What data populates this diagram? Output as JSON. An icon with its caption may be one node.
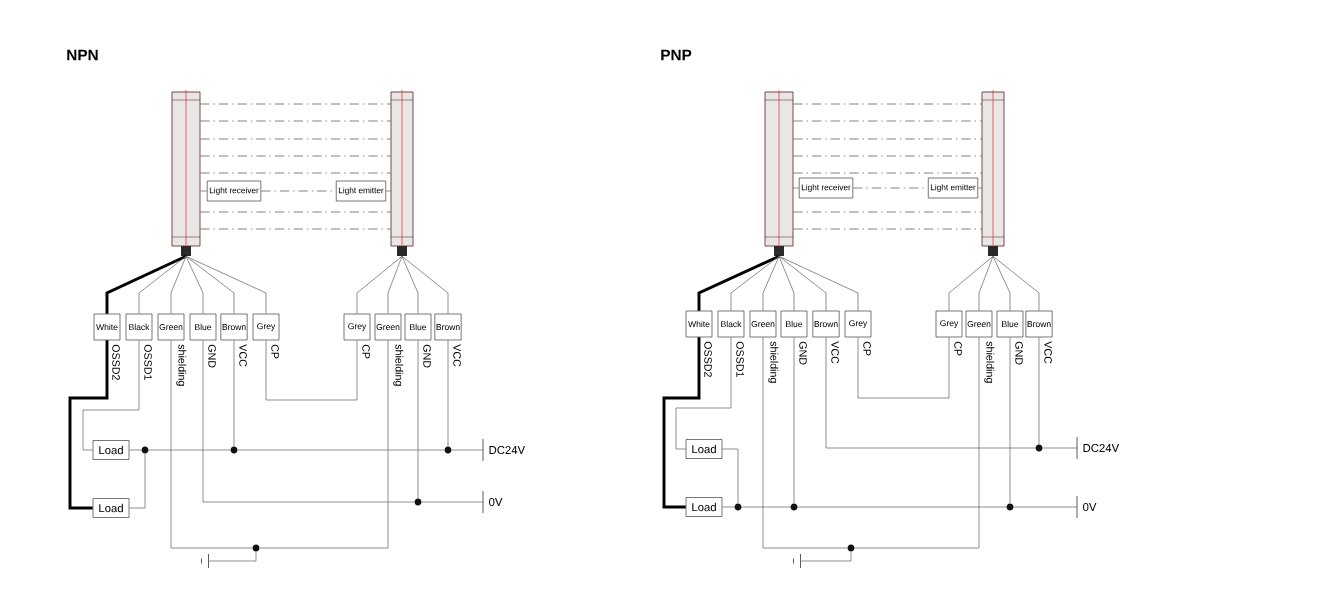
{
  "diagram": {
    "nodes": [
      {
        "text": [],
        "shape": "bar"
      },
      {
        "text": [],
        "shape": "bar"
      },
      {
        "text": [
          "Light receiver"
        ]
      },
      {
        "text": [
          "Light emitter"
        ]
      },
      {
        "text": [
          "White"
        ],
        "beside": [
          "OSSD2"
        ]
      },
      {
        "text": [
          "Black"
        ],
        "beside": [
          "OSSD1"
        ]
      },
      {
        "text": [
          "Green"
        ],
        "beside": [
          "shielding"
        ]
      },
      {
        "text": [
          "Blue"
        ],
        "beside": [
          "GND"
        ]
      },
      {
        "text": [
          "Brown"
        ],
        "beside": [
          "VCC"
        ]
      },
      {
        "text": [
          "Grey"
        ],
        "beside": [
          "CP"
        ]
      },
      {
        "text": [
          "Grey"
        ],
        "beside": [
          "CP"
        ]
      },
      {
        "text": [
          "Green"
        ],
        "beside": [
          "shielding"
        ]
      },
      {
        "text": [
          "Blue"
        ],
        "beside": [
          "GND"
        ]
      },
      {
        "text": [
          "Brown"
        ],
        "beside": [
          "VCC"
        ]
      },
      {
        "text": [
          "Load"
        ]
      },
      {
        "text": [
          "Load"
        ]
      },
      {
        "text": [
          "DC24V"
        ]
      },
      {
        "text": [
          "0V"
        ]
      },
      {
        "text": [],
        "shape": "circle"
      },
      {
        "text": [],
        "shape": "circle"
      },
      {
        "text": [],
        "shape": "circle"
      },
      {
        "text": [],
        "shape": "circle"
      },
      {
        "text": [],
        "shape": "circle"
      },
      {
        "text": [],
        "shape": "ground"
      },
      {
        "text": [],
        "shape": "bar"
      },
      {
        "text": [],
        "shape": "bar"
      },
      {
        "text": [
          "Light receiver"
        ]
      },
      {
        "text": [
          "Light emitter"
        ]
      },
      {
        "text": [
          "White"
        ],
        "beside": [
          "OSSD2"
        ]
      },
      {
        "text": [
          "Black"
        ],
        "beside": [
          "OSSD1"
        ]
      },
      {
        "text": [
          "Green"
        ],
        "beside": [
          "shielding"
        ]
      },
      {
        "text": [
          "Blue"
        ],
        "beside": [
          "GND"
        ]
      },
      {
        "text": [
          "Brown"
        ],
        "beside": [
          "VCC"
        ]
      },
      {
        "text": [
          "Grey"
        ],
        "beside": [
          "CP"
        ]
      },
      {
        "text": [
          "Grey"
        ],
        "beside": [
          "CP"
        ]
      },
      {
        "text": [
          "Green"
        ],
        "beside": [
          "shielding"
        ]
      },
      {
        "text": [
          "Blue"
        ],
        "beside": [
          "GND"
        ]
      },
      {
        "text": [
          "Brown"
        ],
        "beside": [
          "VCC"
        ]
      },
      {
        "text": [
          "Load"
        ]
      },
      {
        "text": [
          "Load"
        ]
      },
      {
        "text": [
          "DC24V"
        ]
      },
      {
        "text": [
          "0V"
        ]
      },
      {
        "text": [],
        "shape": "circle"
      },
      {
        "text": [],
        "shape": "circle"
      },
      {
        "text": [],
        "shape": "circle"
      },
      {
        "text": [],
        "shape": "circle"
      },
      {
        "text": [],
        "shape": "circle"
      },
      {
        "text": [],
        "shape": "ground"
      }
    ],
    "edges": [
      {
        "from": 0,
        "to": 1,
        "arrow": "none",
        "style": "dashed"
      },
      {
        "from": 0,
        "to": 1,
        "arrow": "none",
        "style": "dashed"
      },
      {
        "from": 0,
        "to": 1,
        "arrow": "none",
        "style": "dashed"
      },
      {
        "from": 0,
        "to": 1,
        "arrow": "none",
        "style": "dashed"
      },
      {
        "from": 0,
        "to": 1,
        "arrow": "none",
        "style": "dashed"
      },
      {
        "from": 0,
        "to": 1,
        "arrow": "none",
        "style": "dashed"
      },
      {
        "from": 0,
        "to": 1,
        "arrow": "none",
        "style": "dashed"
      },
      {
        "from": 0,
        "to": 2,
        "arrow": "none"
      },
      {
        "from": 2,
        "to": 3,
        "arrow": "none",
        "style": "dashed"
      },
      {
        "from": 3,
        "to": 1,
        "arrow": "none"
      },
      {
        "from": 0,
        "to": 4,
        "arrow": "none",
        "style": "thick",
        "color": "#000000"
      },
      {
        "from": 0,
        "to": 5,
        "arrow": "none"
      },
      {
        "from": 0,
        "to": 6,
        "arrow": "none"
      },
      {
        "from": 0,
        "to": 7,
        "arrow": "none"
      },
      {
        "from": 0,
        "to": 8,
        "arrow": "none"
      },
      {
        "from": 0,
        "to": 9,
        "arrow": "none"
      },
      {
        "from": 1,
        "to": 10,
        "arrow": "none"
      },
      {
        "from": 1,
        "to": 11,
        "arrow": "none"
      },
      {
        "from": 1,
        "to": 12,
        "arrow": "none"
      },
      {
        "from": 1,
        "to": 13,
        "arrow": "none"
      },
      {
        "from": 4,
        "to": 15,
        "arrow": "none",
        "style": "thick",
        "color": "#000000"
      },
      {
        "from": 5,
        "to": 14,
        "arrow": "none"
      },
      {
        "from": 14,
        "to": 18,
        "arrow": "none"
      },
      {
        "from": 15,
        "to": 18,
        "arrow": "none"
      },
      {
        "from": 18,
        "to": 19,
        "arrow": "none"
      },
      {
        "from": 8,
        "to": 19,
        "arrow": "none"
      },
      {
        "from": 19,
        "to": 20,
        "arrow": "none"
      },
      {
        "from": 13,
        "to": 20,
        "arrow": "none"
      },
      {
        "from": 20,
        "to": 16,
        "arrow": "none"
      },
      {
        "from": 9,
        "to": 10,
        "arrow": "none"
      },
      {
        "from": 7,
        "to": 21,
        "arrow": "none"
      },
      {
        "from": 12,
        "to": 21,
        "arrow": "none"
      },
      {
        "from": 21,
        "to": 17,
        "arrow": "none"
      },
      {
        "from": 6,
        "to": 22,
        "arrow": "none"
      },
      {
        "from": 11,
        "to": 22,
        "arrow": "none"
      },
      {
        "from": 22,
        "to": 23,
        "arrow": "none"
      },
      {
        "from": 24,
        "to": 25,
        "arrow": "none",
        "style": "dashed"
      },
      {
        "from": 24,
        "to": 25,
        "arrow": "none",
        "style": "dashed"
      },
      {
        "from": 24,
        "to": 25,
        "arrow": "none",
        "style": "dashed"
      },
      {
        "from": 24,
        "to": 25,
        "arrow": "none",
        "style": "dashed"
      },
      {
        "from": 24,
        "to": 25,
        "arrow": "none",
        "style": "dashed"
      },
      {
        "from": 24,
        "to": 25,
        "arrow": "none",
        "style": "dashed"
      },
      {
        "from": 24,
        "to": 25,
        "arrow": "none",
        "style": "dashed"
      },
      {
        "from": 24,
        "to": 26,
        "arrow": "none"
      },
      {
        "from": 26,
        "to": 27,
        "arrow": "none",
        "style": "dashed"
      },
      {
        "from": 27,
        "to": 25,
        "arrow": "none"
      },
      {
        "from": 24,
        "to": 28,
        "arrow": "none",
        "style": "thick",
        "color": "#000000"
      },
      {
        "from": 24,
        "to": 29,
        "arrow": "none"
      },
      {
        "from": 24,
        "to": 30,
        "arrow": "none"
      },
      {
        "from": 24,
        "to": 31,
        "arrow": "none"
      },
      {
        "from": 24,
        "to": 32,
        "arrow": "none"
      },
      {
        "from": 24,
        "to": 33,
        "arrow": "none"
      },
      {
        "from": 25,
        "to": 34,
        "arrow": "none"
      },
      {
        "from": 25,
        "to": 35,
        "arrow": "none"
      },
      {
        "from": 25,
        "to": 36,
        "arrow": "none"
      },
      {
        "from": 25,
        "to": 37,
        "arrow": "none"
      },
      {
        "from": 28,
        "to": 39,
        "arrow": "none",
        "style": "thick",
        "color": "#000000"
      },
      {
        "from": 29,
        "to": 38,
        "arrow": "none"
      },
      {
        "from": 38,
        "to": 42,
        "arrow": "none"
      },
      {
        "from": 39,
        "to": 42,
        "arrow": "none"
      },
      {
        "from": 42,
        "to": 43,
        "arrow": "none"
      },
      {
        "from": 31,
        "to": 43,
        "arrow": "none"
      },
      {
        "from": 43,
        "to": 44,
        "arrow": "none"
      },
      {
        "from": 36,
        "to": 44,
        "arrow": "none"
      },
      {
        "from": 44,
        "to": 41,
        "arrow": "none"
      },
      {
        "from": 32,
        "to": 45,
        "arrow": "none"
      },
      {
        "from": 37,
        "to": 45,
        "arrow": "none"
      },
      {
        "from": 45,
        "to": 40,
        "arrow": "none"
      },
      {
        "from": 33,
        "to": 34,
        "arrow": "none"
      },
      {
        "from": 30,
        "to": 46,
        "arrow": "none"
      },
      {
        "from": 35,
        "to": 46,
        "arrow": "none"
      },
      {
        "from": 46,
        "to": 47,
        "arrow": "none"
      }
    ],
    "labels": [
      "NPN",
      "PNP"
    ]
  }
}
